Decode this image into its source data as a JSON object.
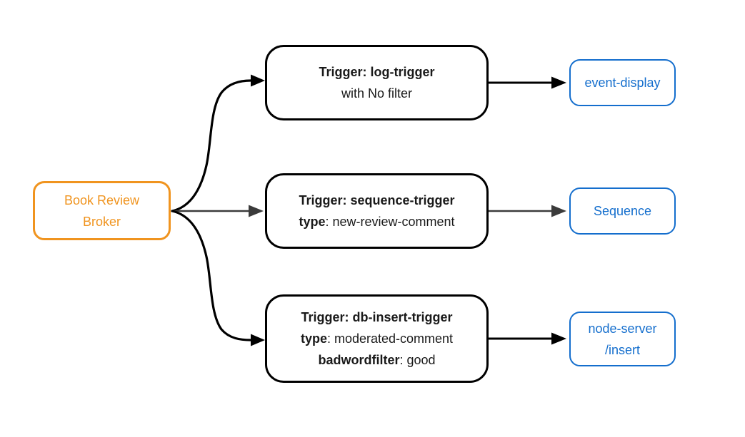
{
  "colors": {
    "broker_orange": "#F0941F",
    "target_blue": "#146ECD",
    "trigger_border": "#000000",
    "edge_black": "#000000",
    "edge_gray": "#3b3b3b",
    "background": "#ffffff"
  },
  "broker": {
    "line1": "Book Review",
    "line2": "Broker"
  },
  "triggers": [
    {
      "title": "Trigger: log-trigger",
      "detail1_bold": "",
      "detail1_rest": "with No filter"
    },
    {
      "title": "Trigger: sequence-trigger",
      "detail1_bold": "type",
      "detail1_rest": ": new-review-comment"
    },
    {
      "title": "Trigger: db-insert-trigger",
      "detail1_bold": "type",
      "detail1_rest": ": moderated-comment",
      "detail2_bold": "badwordfilter",
      "detail2_rest": ": good"
    }
  ],
  "targets": [
    {
      "line1": "event-display"
    },
    {
      "line1": "Sequence"
    },
    {
      "line1": "node-server",
      "line2": "/insert"
    }
  ]
}
